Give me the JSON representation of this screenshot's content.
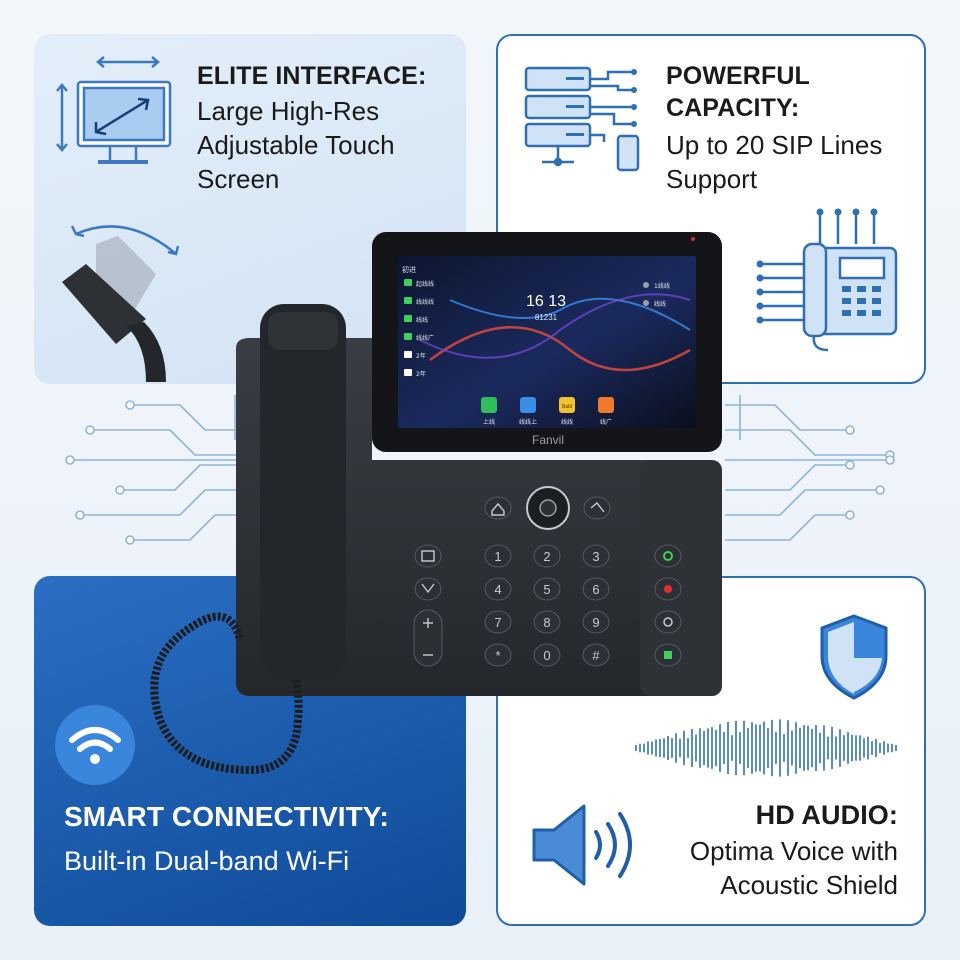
{
  "panels": {
    "elite": {
      "heading": "ELITE INTERFACE:",
      "lines": [
        "Large High-Res",
        "Adjustable Touch",
        "Screen"
      ]
    },
    "capacity": {
      "heading_lines": [
        "POWERFUL",
        "CAPACITY:"
      ],
      "lines": [
        "Up to 20 SIP Lines",
        "Support"
      ]
    },
    "smart": {
      "heading": "SMART CONNECTIVITY:",
      "line": "Built-in Dual-band Wi-Fi"
    },
    "audio": {
      "heading": "HD AUDIO:",
      "lines": [
        "Optima Voice with",
        "Acoustic Shield"
      ]
    }
  },
  "phone": {
    "brand": "Fanvil",
    "clock": "16 13",
    "date": "81231",
    "status_left": "初进",
    "lines_list": [
      "起线线",
      "线线线",
      "线线",
      "线线广",
      "2年",
      "2年"
    ],
    "right_items": [
      "1线线",
      "线线"
    ],
    "apps": [
      "上线",
      "线线上",
      "线线",
      "线广"
    ],
    "app_badge": "Bald",
    "keys": [
      "1",
      "2",
      "3",
      "4",
      "5",
      "6",
      "7",
      "8",
      "9",
      "*",
      "0",
      "#"
    ]
  },
  "colors": {
    "accent": "#2f6fb4",
    "deep_blue": "#0f4a98",
    "icon_blue": "#4a8bd6",
    "phone_body": "#2b2e33"
  },
  "icons": [
    "monitor-resize-icon",
    "tilt-screen-icon",
    "server-network-icon",
    "desk-phone-icon",
    "wifi-icon",
    "shield-icon",
    "sound-wave-icon",
    "speaker-icon"
  ]
}
